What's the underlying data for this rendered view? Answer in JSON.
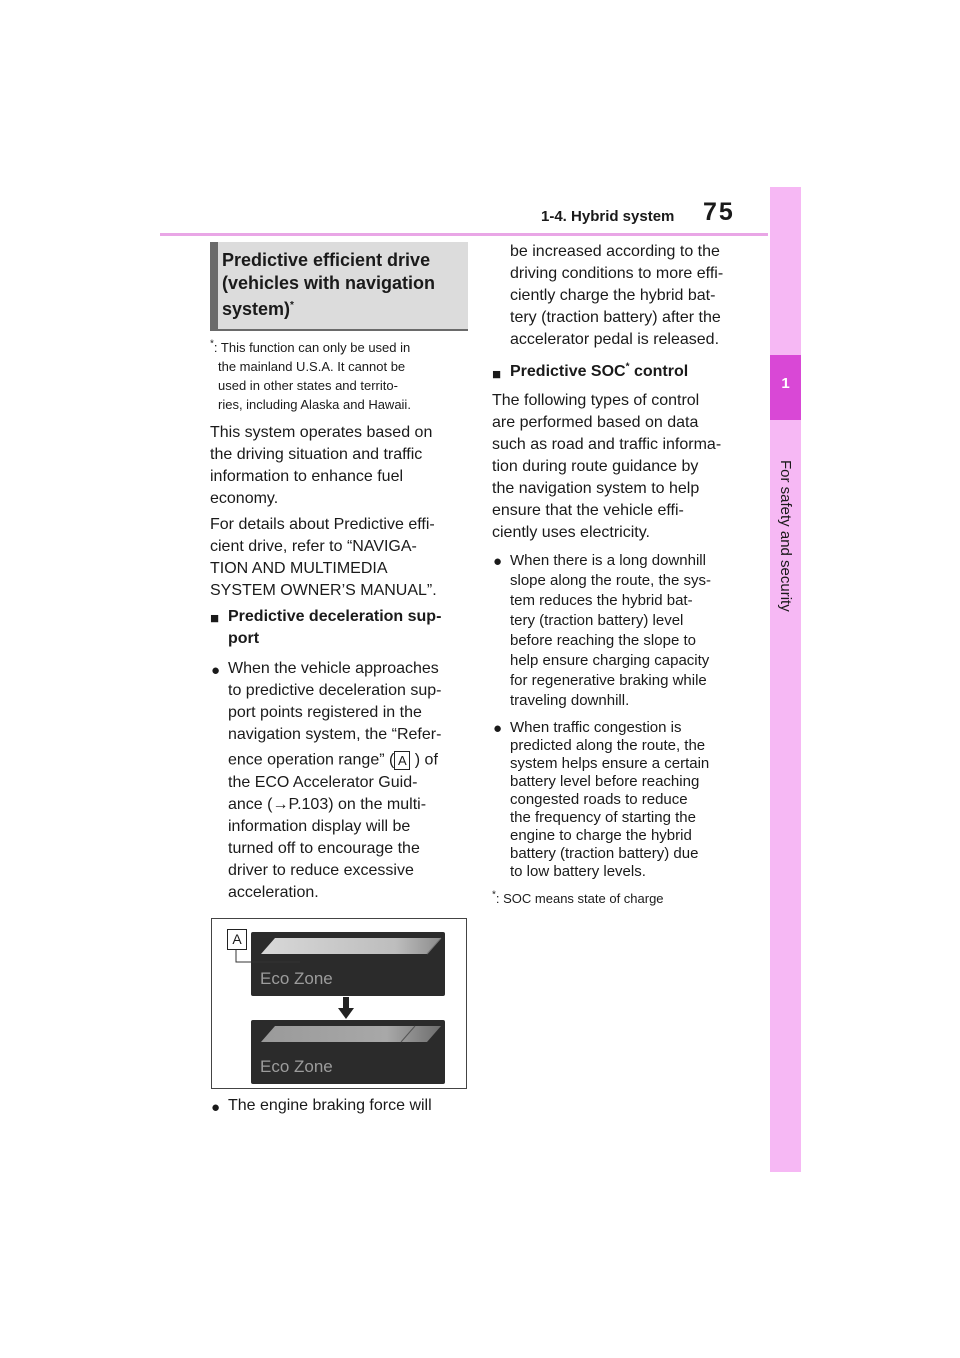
{
  "header": {
    "section": "1-4. Hybrid system",
    "page": "75"
  },
  "side_tab": {
    "number": "1",
    "label": "For safety and security"
  },
  "left": {
    "heading": [
      "Predictive efficient drive",
      "(vehicles with navigation",
      "system)"
    ],
    "heading_sup": "*",
    "footnote": {
      "mark": "*",
      "lines": [
        ": This function can only be used in",
        "the mainland U.S.A. It cannot be",
        "used in other states and territo-",
        "ries, including Alaska and Hawaii."
      ]
    },
    "para1": [
      "This system operates based on",
      "the driving situation and traffic",
      "information to enhance fuel",
      "economy."
    ],
    "para2": [
      "For details about Predictive effi-",
      "cient drive, refer to “NAVIGA-",
      "TION AND MULTIMEDIA",
      "SYSTEM OWNER’S MANUAL”."
    ],
    "sub_heading": [
      "Predictive deceleration sup-",
      "port"
    ],
    "bullet1": {
      "line1": "When the vehicle approaches",
      "line2": "to predictive deceleration sup-",
      "line3": "port points registered in the",
      "line4": "navigation system, the “Refer-",
      "line5_pre": "ence operation range” (",
      "callout": "A",
      "line5_post": " ) of",
      "line6": "the ECO Accelerator Guid-",
      "line7": "ance (→P.103) on the multi-",
      "line8": "information display will be",
      "line9": "turned off to encourage the",
      "line10": "driver to reduce excessive",
      "line11": "acceleration."
    },
    "figure": {
      "label": "A",
      "panel_text_top": "Eco Zone",
      "panel_text_bottom": "Eco Zone"
    },
    "bullet2": "The engine braking force will"
  },
  "right": {
    "cont": [
      "be increased according to the",
      "driving conditions to more effi-",
      "ciently charge the hybrid bat-",
      "tery (traction battery) after the",
      "accelerator pedal is released."
    ],
    "sub_heading": "Predictive SOC",
    "sub_sup": "*",
    "sub_tail": " control",
    "para": [
      "The following types of control",
      "are performed based on data",
      "such as road and traffic informa-",
      "tion during route guidance by",
      "the navigation system to help",
      "ensure that the vehicle effi-",
      "ciently uses electricity."
    ],
    "bullet1": [
      "When there is a long downhill",
      "slope along the route, the sys-",
      "tem reduces the hybrid bat-",
      "tery (traction battery) level",
      "before reaching the slope to",
      "help ensure charging capacity",
      "for regenerative braking while",
      "traveling downhill."
    ],
    "bullet2": [
      "When traffic congestion is",
      "predicted along the route, the",
      "system helps ensure a certain",
      "battery level before reaching",
      "congested roads to reduce",
      "the frequency of starting the",
      "engine to charge the hybrid",
      "battery (traction battery) due",
      "to low battery levels."
    ],
    "footnote_mark": "*",
    "footnote": ": SOC means state of charge"
  },
  "glyphs": {
    "square": "■",
    "bullet": "●"
  }
}
